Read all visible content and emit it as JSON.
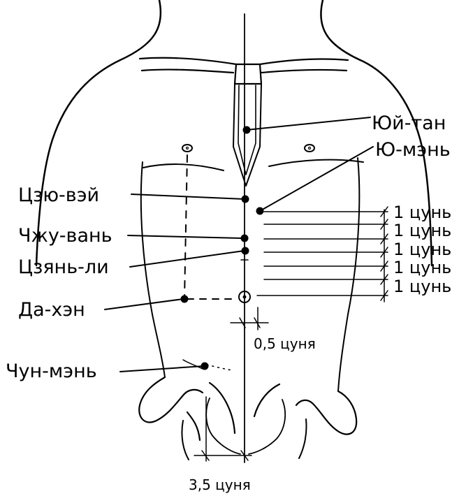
{
  "points": {
    "yui_tan": "Юй-тан",
    "yu_men": "Ю-мэнь",
    "tszyu_vei": "Цзю-вэй",
    "chzhu_van": "Чжу-вань",
    "tszyan_li": "Цзянь-ли",
    "da_hen": "Да-хэн",
    "chun_men": "Чун-мэнь"
  },
  "measures": {
    "cun_1": "1 цунь",
    "cun_2": "1 цунь",
    "cun_3": "1 цунь",
    "cun_4": "1 цунь",
    "cun_5": "1 цунь",
    "half_cun": "0,5 цуня",
    "three_half_cun": "3,5 цуня"
  },
  "colors": {
    "ink": "#000000",
    "background": "#ffffff"
  }
}
